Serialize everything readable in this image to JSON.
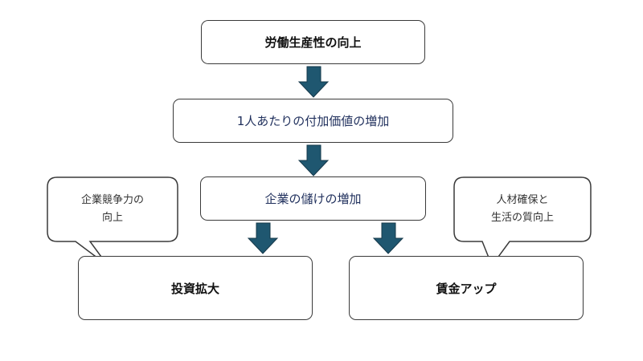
{
  "colors": {
    "arrow": "#1f5770",
    "border": "#3a3a3a",
    "text_blue": "#1f2f5c",
    "text_dark": "#111111"
  },
  "boxes": {
    "top": "労働生産性の向上",
    "value_added": "1人あたりの付加価値の増加",
    "profit": "企業の儲けの増加",
    "investment": "投資拡大",
    "wage": "賃金アップ"
  },
  "bubbles": {
    "left": {
      "line1": "企業競争力の",
      "line2": "向上"
    },
    "right": {
      "line1": "人材確保と",
      "line2": "生活の質向上"
    }
  }
}
